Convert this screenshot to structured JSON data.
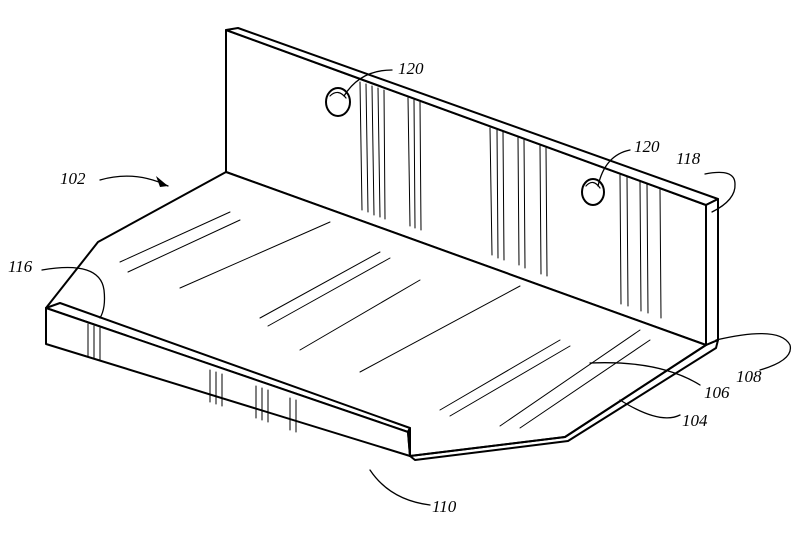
{
  "figure": {
    "reference_numerals": {
      "assembly": "102",
      "base": "104",
      "base_top_surface": "106",
      "base_edge": "108",
      "front_lip": "110",
      "lip_end": "116",
      "back_wall": "118",
      "hole_left": "120",
      "hole_right": "120"
    }
  }
}
